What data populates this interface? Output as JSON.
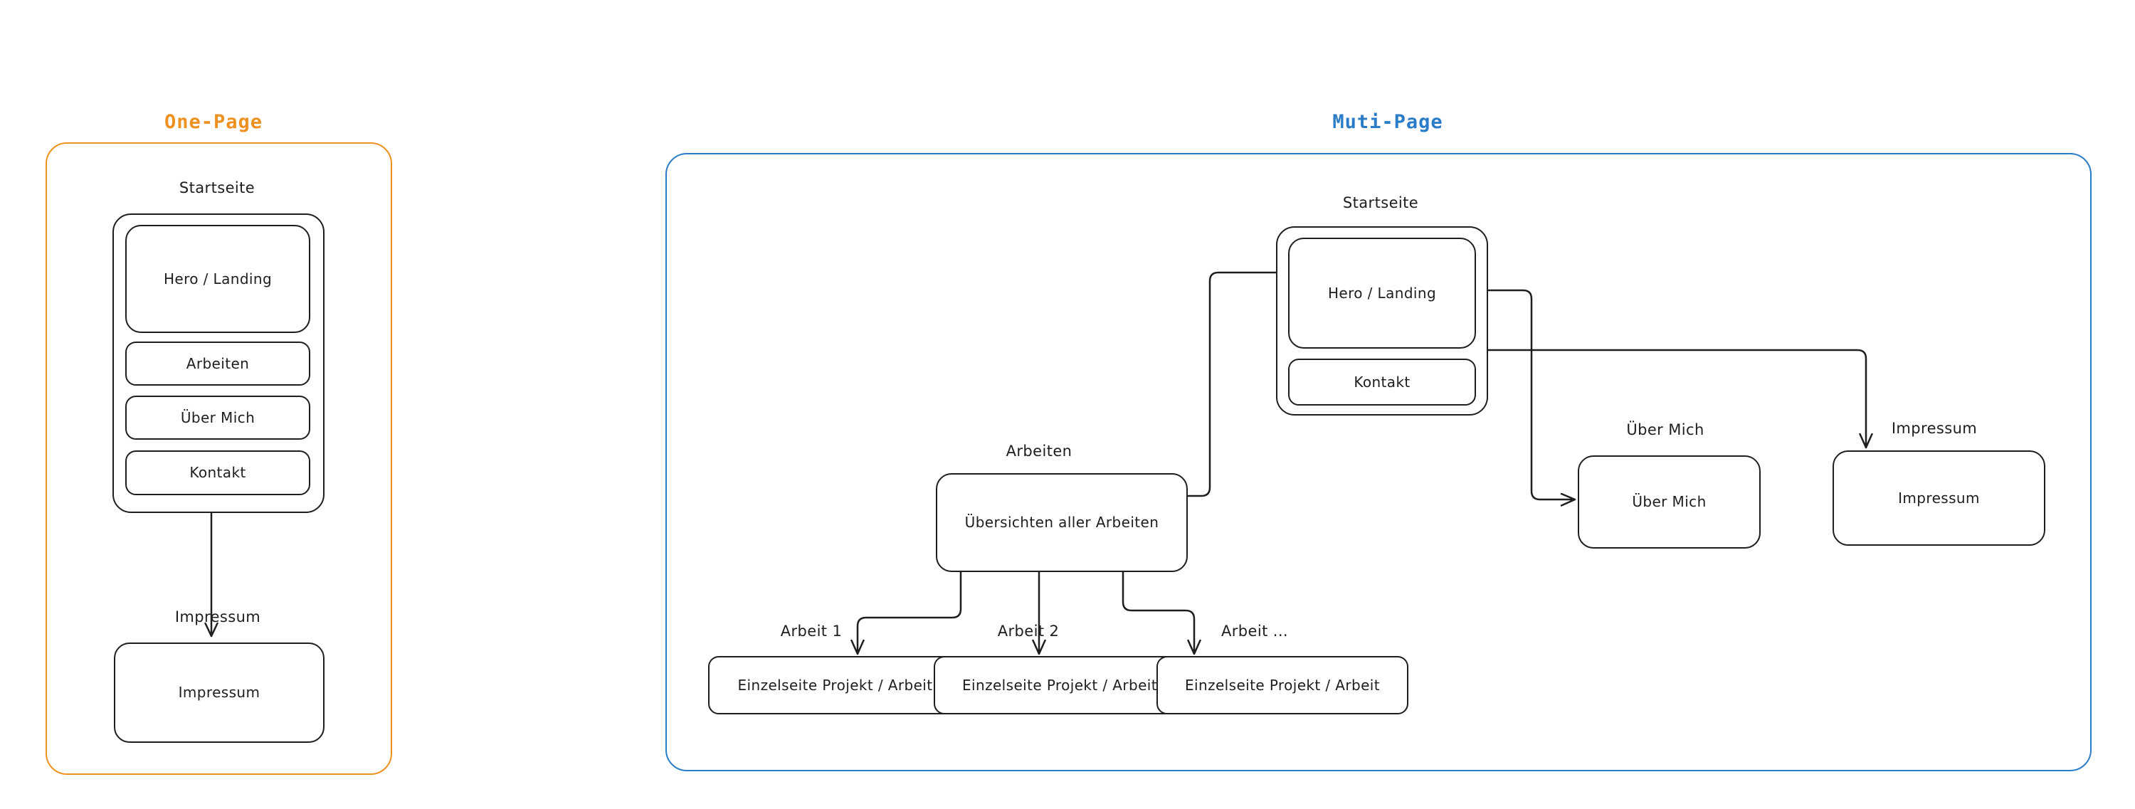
{
  "diagram": {
    "stroke_color": "#1e1e1e",
    "one_page": {
      "title": "One-Page",
      "accent_color": "#ef9120",
      "startseite_label": "Startseite",
      "sections": [
        "Hero / Landing",
        "Arbeiten",
        "Über Mich",
        "Kontakt"
      ],
      "impressum_arrow_label": "Impressum",
      "impressum_box_label": "Impressum"
    },
    "multi_page": {
      "title": "Muti-Page",
      "accent_color": "#2b7cc8",
      "startseite_label": "Startseite",
      "hero_box_label": "Hero / Landing",
      "kontakt_box_label": "Kontakt",
      "arbeiten_label": "Arbeiten",
      "arbeiten_box_label": "Übersichten aller Arbeiten",
      "work_labels": [
        "Arbeit 1",
        "Arbeit 2",
        "Arbeit ..."
      ],
      "work_box_label": "Einzelseite Projekt / Arbeit",
      "ueber_mich_label": "Über Mich",
      "ueber_mich_box_label": "Über Mich",
      "impressum_label": "Impressum",
      "impressum_box_label": "Impressum"
    }
  }
}
